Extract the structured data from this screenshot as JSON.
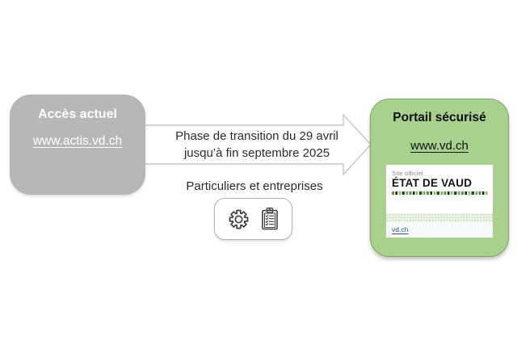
{
  "left_box": {
    "title": "Accès actuel",
    "url": "www.actis.vd.ch"
  },
  "arrow": {
    "line1": "Phase de transition du 29 avril",
    "line2": "jusqu’à fin septembre 2025"
  },
  "audience": {
    "label": "Particuliers et entreprises",
    "icons": [
      "gear-icon",
      "checklist-clipboard-icon"
    ]
  },
  "right_box": {
    "title": "Portail sécurisé",
    "url": "www.vd.ch",
    "site_card": {
      "overline": "Site officiel",
      "brand": "ÉTAT DE VAUD",
      "footer_link": "vd.ch"
    }
  },
  "colors": {
    "canvas_bg": "#ffffff",
    "gray_box_bg": "#b7b7b7",
    "gray_box_text": "#ffffff",
    "green_box_bg": "#a9d18e",
    "green_box_border": "#7aa85f",
    "arrow_outline": "#c6c6c6",
    "body_text": "#2b2b2b",
    "icon_stroke": "#3d3d3d",
    "brand_green": "#3fa335",
    "link_blue": "#2f4f84",
    "card_bg": "#ffffff"
  }
}
